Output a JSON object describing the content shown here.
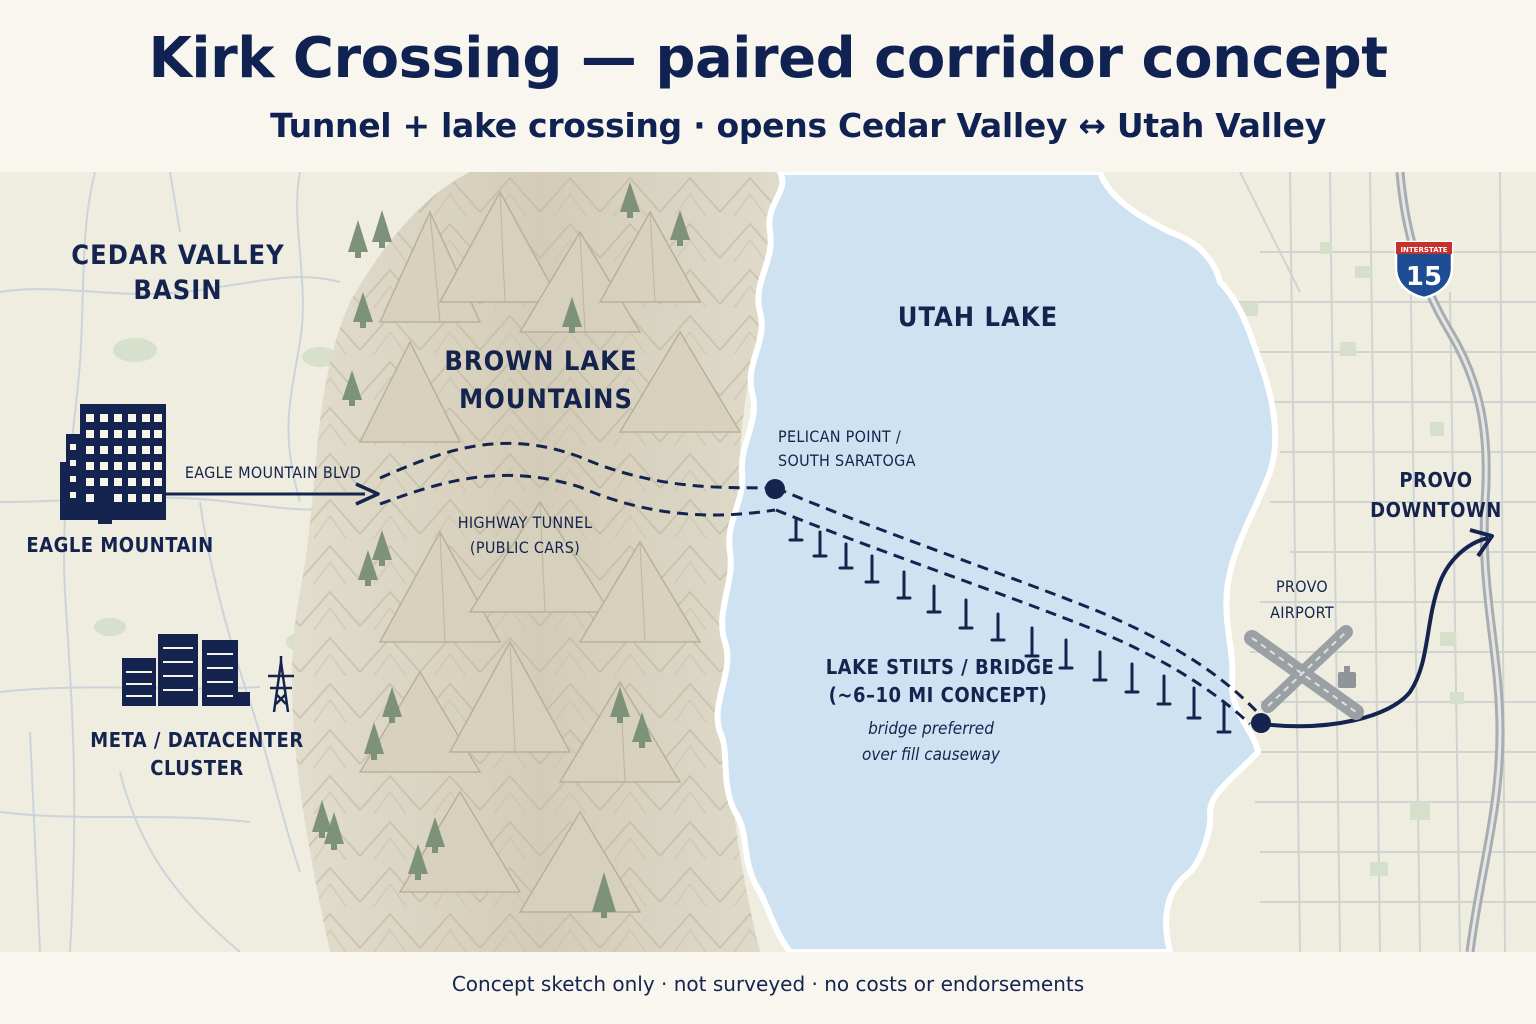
{
  "header": {
    "title": "Kirk Crossing — paired corridor concept",
    "subtitle": "Tunnel + lake crossing · opens Cedar Valley ↔ Utah Valley"
  },
  "regions": {
    "cedar_valley_line1": "CEDAR VALLEY",
    "cedar_valley_line2": "BASIN",
    "mountains_line1": "BROWN LAKE",
    "mountains_line2": "MOUNTAINS",
    "lake": "UTAH LAKE"
  },
  "places": {
    "eagle_mountain": "EAGLE MOUNTAIN",
    "meta_line1": "META / DATACENTER",
    "meta_line2": "CLUSTER",
    "pelican_line1": "PELICAN POINT /",
    "pelican_line2": "SOUTH SARATOGA",
    "airport_line1": "PROVO",
    "airport_line2": "AIRPORT",
    "downtown_line1": "PROVO",
    "downtown_line2": "DOWNTOWN"
  },
  "routes": {
    "road_label": "EAGLE MOUNTAIN BLVD",
    "tunnel_line1": "HIGHWAY TUNNEL",
    "tunnel_line2": "(PUBLIC CARS)",
    "bridge_line1": "LAKE STILTS / BRIDGE",
    "bridge_line2": "(~6–10 MI CONCEPT)",
    "bridge_note_line1": "bridge preferred",
    "bridge_note_line2": "over fill causeway"
  },
  "shield": {
    "top": "INTERSTATE",
    "number": "15"
  },
  "icons": [
    "office-building-icon",
    "datacenter-icon",
    "power-pylon-icon",
    "airport-runway-icon",
    "pine-tree-icon",
    "interstate-shield-icon",
    "arrow-icon"
  ],
  "colors": {
    "navy": "#14244f",
    "lake": "#cfe2f2",
    "lake_shore": "#ffffff",
    "land": "#efede0",
    "mountain": "#cfc8b4",
    "tree": "#7d9279",
    "shield_red": "#c8302a",
    "shield_blue": "#1f4d94"
  },
  "footer": {
    "note": "Concept sketch only · not surveyed · no costs or endorsements"
  }
}
